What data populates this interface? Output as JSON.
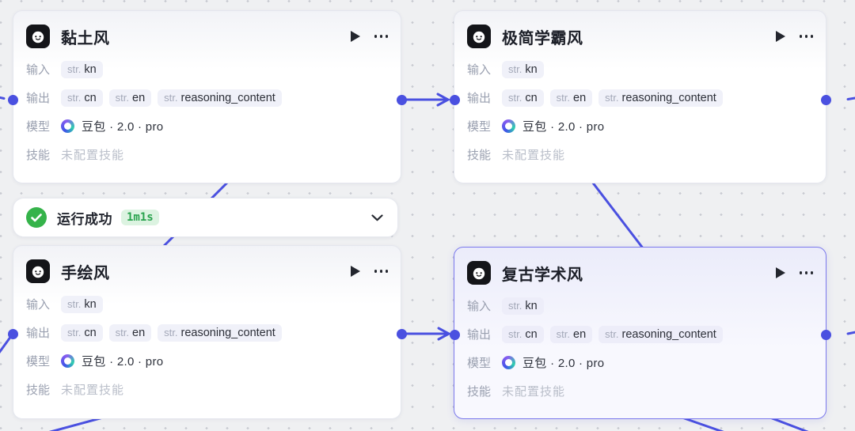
{
  "canvas": {
    "background": "#eff0f2",
    "dot_color": "#c8cad1",
    "edge_color": "#4a50e0",
    "selected_border_color": "#7a78ec"
  },
  "common": {
    "labels": {
      "input": "输入",
      "output": "输出",
      "model": "模型",
      "skill": "技能"
    },
    "type_prefix": "str.",
    "input_tag": "kn",
    "output_tags": [
      "cn",
      "en",
      "reasoning_content"
    ],
    "model_name": "豆包 · 2.0 · pro",
    "skill_placeholder": "未配置技能"
  },
  "nodes": [
    {
      "title": "黏土风"
    },
    {
      "title": "极简学霸风"
    },
    {
      "title": "手绘风"
    },
    {
      "title": "复古学术风"
    }
  ],
  "status_bar": {
    "label": "运行成功",
    "duration": "1m1s",
    "status_color": "#35b34a",
    "badge_bg": "#dcf3e1",
    "badge_text_color": "#27a24c"
  }
}
